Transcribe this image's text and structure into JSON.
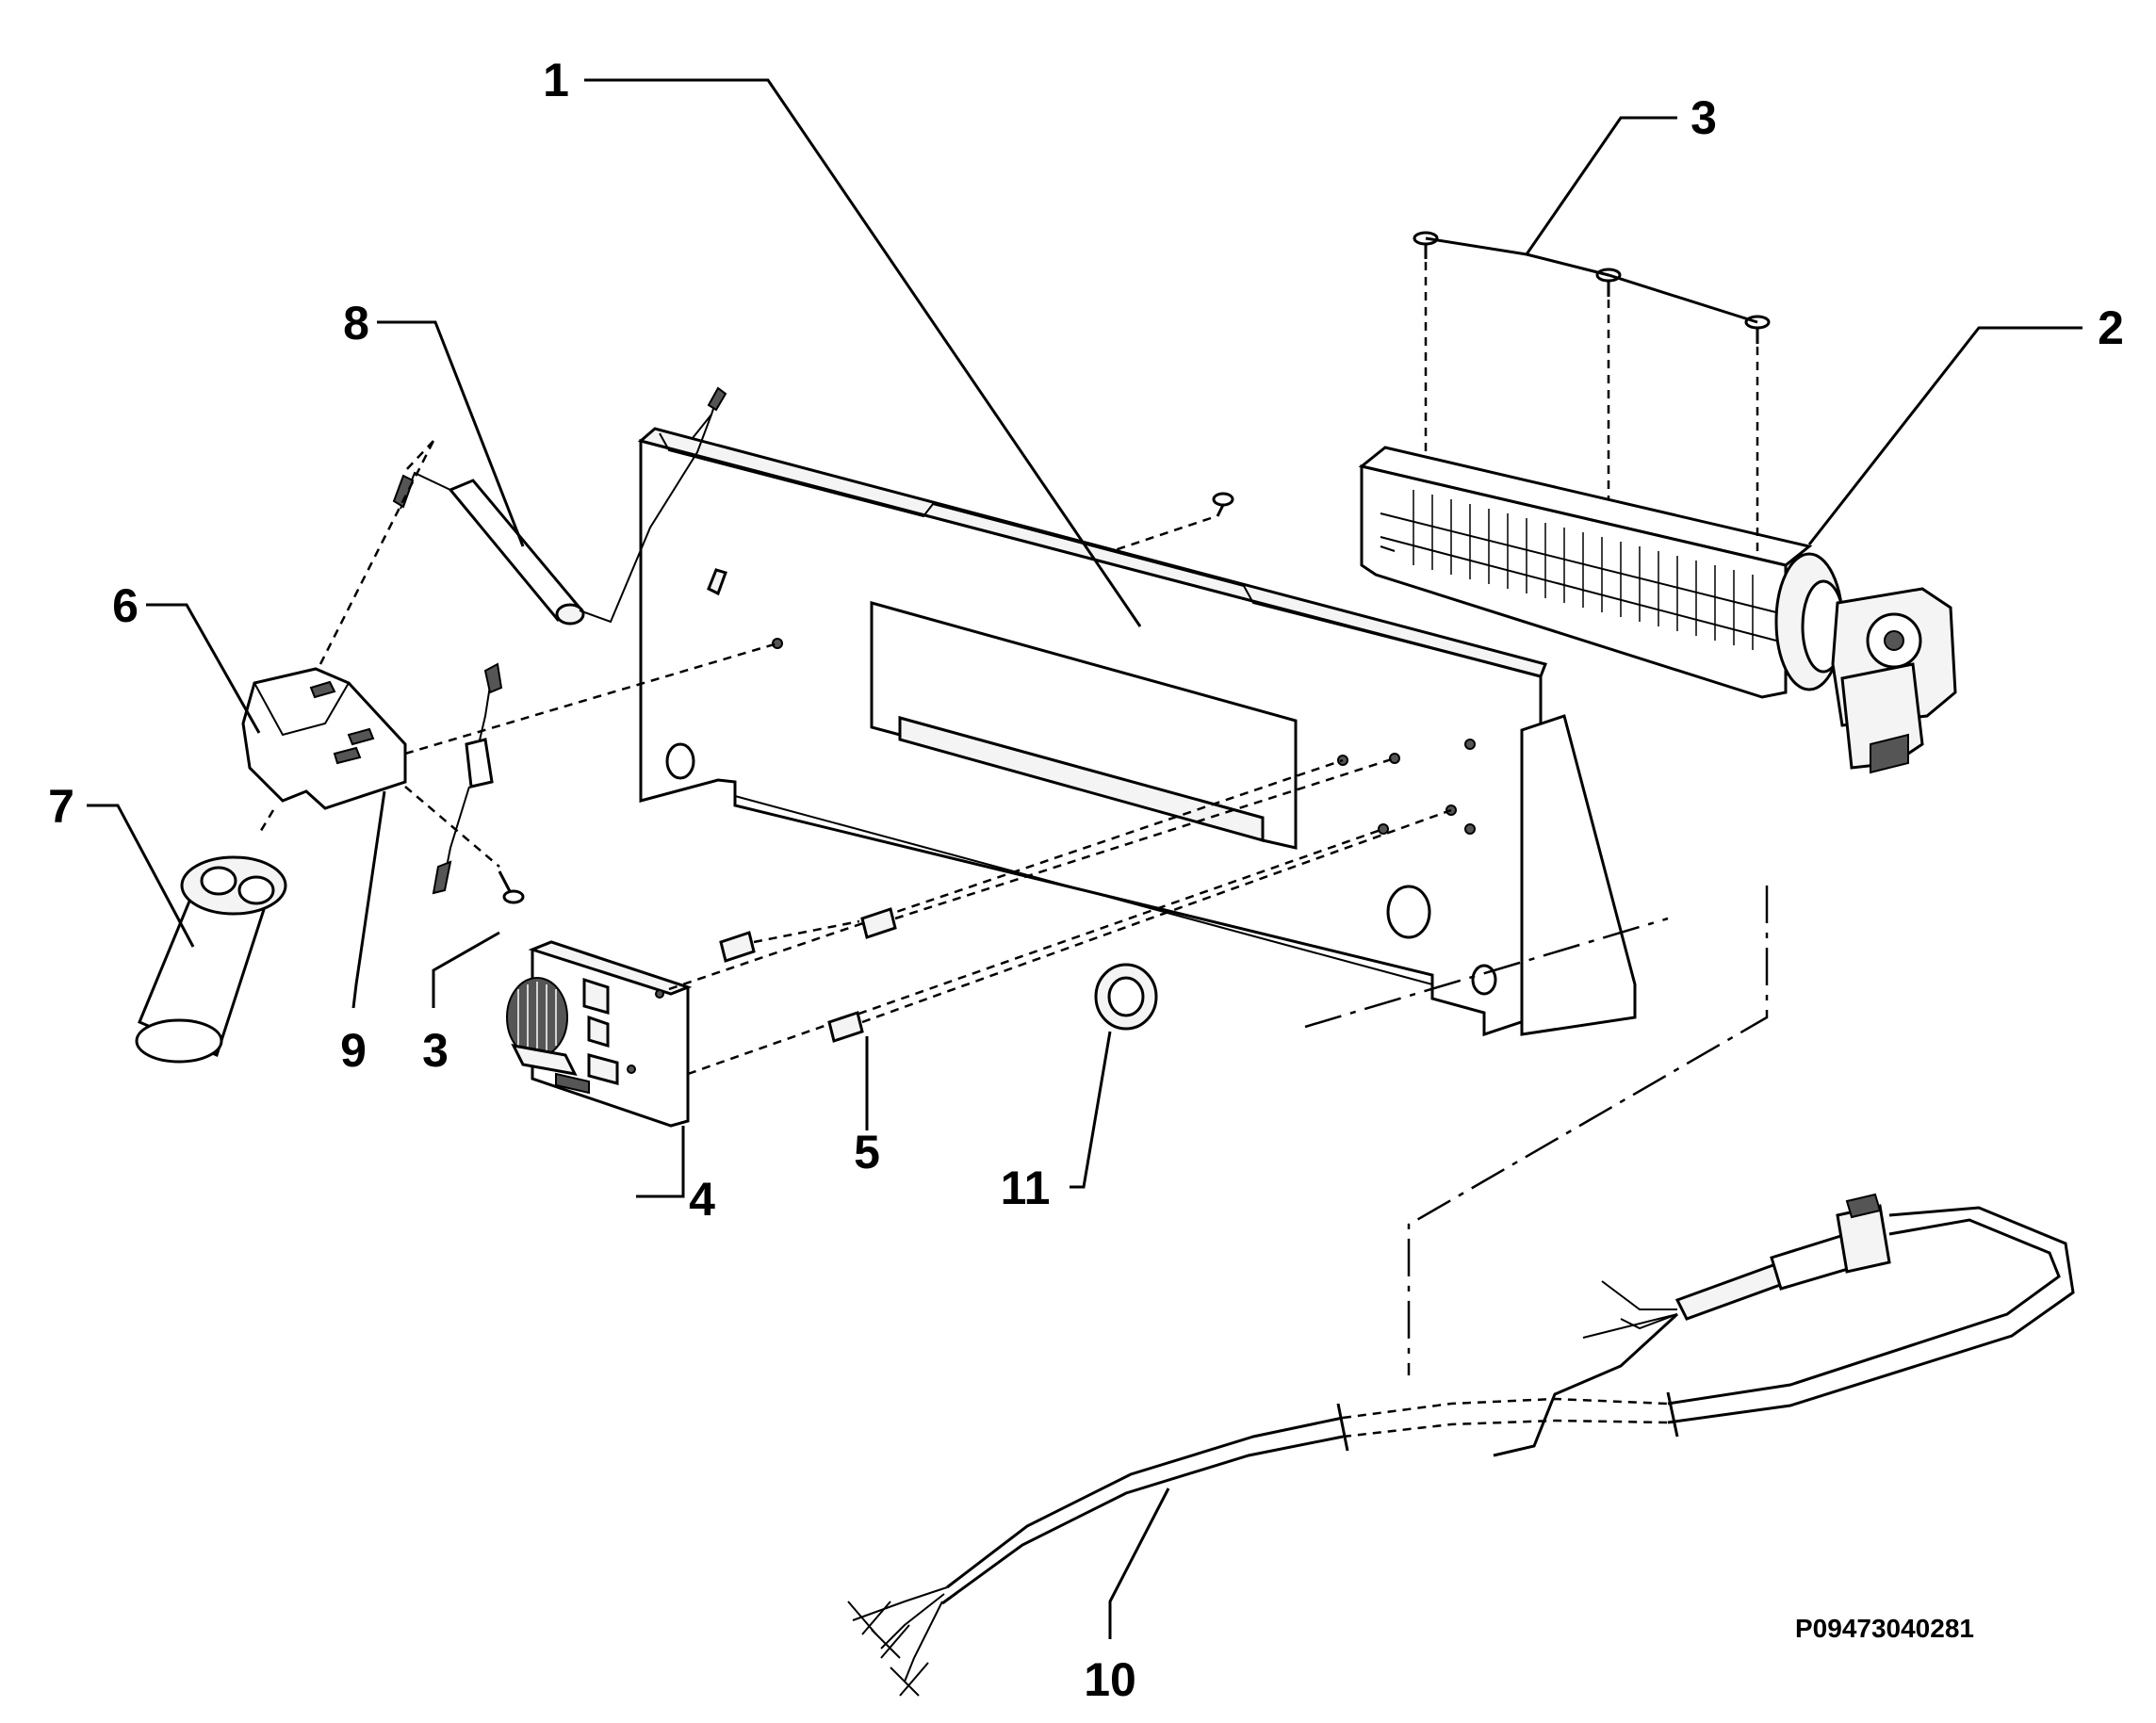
{
  "diagram": {
    "drawing_code": "P09473040281",
    "callouts": [
      {
        "id": "c1",
        "text": "1"
      },
      {
        "id": "c2",
        "text": "2"
      },
      {
        "id": "c3a",
        "text": "3"
      },
      {
        "id": "c3b",
        "text": "3"
      },
      {
        "id": "c4",
        "text": "4"
      },
      {
        "id": "c5",
        "text": "5"
      },
      {
        "id": "c6",
        "text": "6"
      },
      {
        "id": "c7",
        "text": "7"
      },
      {
        "id": "c8",
        "text": "8"
      },
      {
        "id": "c9",
        "text": "9"
      },
      {
        "id": "c10",
        "text": "10"
      },
      {
        "id": "c11",
        "text": "11"
      }
    ],
    "parts": [
      "main-panel",
      "cross-flow-fan",
      "screw",
      "control-board",
      "connector",
      "capacitor-bracket",
      "capacitor",
      "diode",
      "fuse",
      "power-cord",
      "grommet"
    ]
  }
}
